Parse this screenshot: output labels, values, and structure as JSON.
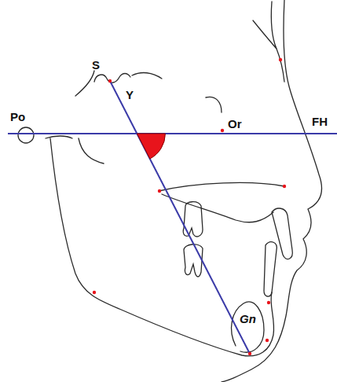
{
  "diagram": {
    "labels": [
      "S",
      "Y",
      "Po",
      "Or",
      "FH",
      "Gn"
    ]
  }
}
